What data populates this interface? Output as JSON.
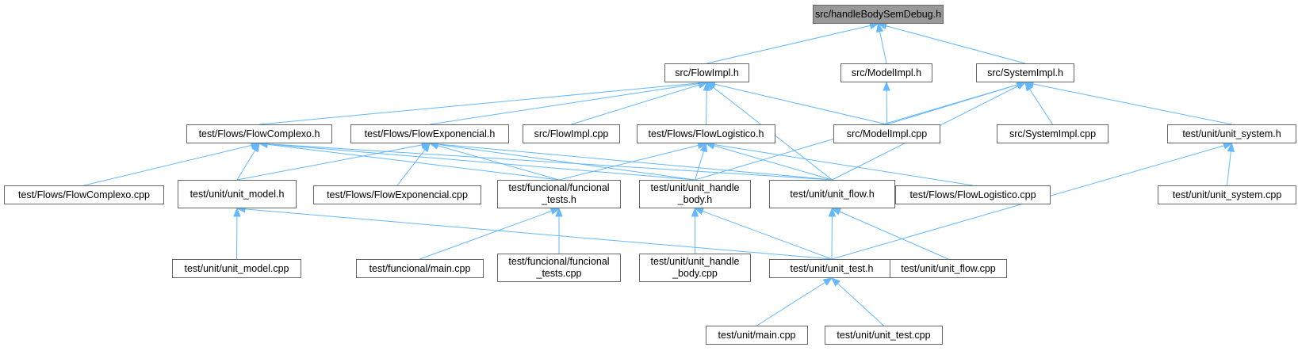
{
  "graph": {
    "edge_color": "#63b8ff",
    "root_fill": "#999999",
    "nodes": [
      {
        "id": "root",
        "label": "src/handleBodySemDebug.h",
        "root": true
      },
      {
        "id": "flowimpl_h",
        "label": "src/FlowImpl.h"
      },
      {
        "id": "modelimpl_h",
        "label": "src/ModelImpl.h"
      },
      {
        "id": "systemimpl_h",
        "label": "src/SystemImpl.h"
      },
      {
        "id": "flowcomplexo_h",
        "label": "test/Flows/FlowComplexo.h"
      },
      {
        "id": "flowexponencial_h",
        "label": "test/Flows/FlowExponencial.h"
      },
      {
        "id": "flowimpl_cpp",
        "label": "src/FlowImpl.cpp"
      },
      {
        "id": "flowlogistico_h",
        "label": "test/Flows/FlowLogistico.h"
      },
      {
        "id": "modelimpl_cpp",
        "label": "src/ModelImpl.cpp"
      },
      {
        "id": "systemimpl_cpp",
        "label": "src/SystemImpl.cpp"
      },
      {
        "id": "unit_system_h",
        "label": "test/unit/unit_system.h"
      },
      {
        "id": "flowcomplexo_cpp",
        "label": "test/Flows/FlowComplexo.cpp"
      },
      {
        "id": "unit_model_h",
        "label": "test/unit/unit_model.h"
      },
      {
        "id": "flowexponencial_cpp",
        "label": "test/Flows/FlowExponencial.cpp"
      },
      {
        "id": "funcional_tests_h",
        "label": "test/funcional/funcional\n_tests.h"
      },
      {
        "id": "unit_handle_body_h",
        "label": "test/unit/unit_handle\n_body.h"
      },
      {
        "id": "unit_flow_h",
        "label": "test/unit/unit_flow.h"
      },
      {
        "id": "flowlogistico_cpp",
        "label": "test/Flows/FlowLogistico.cpp"
      },
      {
        "id": "unit_system_cpp",
        "label": "test/unit/unit_system.cpp"
      },
      {
        "id": "unit_model_cpp",
        "label": "test/unit/unit_model.cpp"
      },
      {
        "id": "funcional_main_cpp",
        "label": "test/funcional/main.cpp"
      },
      {
        "id": "funcional_tests_cpp",
        "label": "test/funcional/funcional\n_tests.cpp"
      },
      {
        "id": "unit_handle_body_cpp",
        "label": "test/unit/unit_handle\n_body.cpp"
      },
      {
        "id": "unit_test_h",
        "label": "test/unit/unit_test.h"
      },
      {
        "id": "unit_flow_cpp",
        "label": "test/unit/unit_flow.cpp"
      },
      {
        "id": "unit_main_cpp",
        "label": "test/unit/main.cpp"
      },
      {
        "id": "unit_test_cpp",
        "label": "test/unit/unit_test.cpp"
      }
    ],
    "edges": [
      [
        "flowimpl_h",
        "root"
      ],
      [
        "modelimpl_h",
        "root"
      ],
      [
        "systemimpl_h",
        "root"
      ],
      [
        "flowcomplexo_h",
        "flowimpl_h"
      ],
      [
        "flowexponencial_h",
        "flowimpl_h"
      ],
      [
        "flowimpl_cpp",
        "flowimpl_h"
      ],
      [
        "flowlogistico_h",
        "flowimpl_h"
      ],
      [
        "modelimpl_cpp",
        "flowimpl_h"
      ],
      [
        "unit_flow_h",
        "flowimpl_h"
      ],
      [
        "modelimpl_cpp",
        "modelimpl_h"
      ],
      [
        "modelimpl_cpp",
        "systemimpl_h"
      ],
      [
        "systemimpl_cpp",
        "systemimpl_h"
      ],
      [
        "unit_system_h",
        "systemimpl_h"
      ],
      [
        "unit_handle_body_h",
        "systemimpl_h"
      ],
      [
        "unit_flow_h",
        "systemimpl_h"
      ],
      [
        "flowcomplexo_cpp",
        "flowcomplexo_h"
      ],
      [
        "unit_model_h",
        "flowcomplexo_h"
      ],
      [
        "funcional_tests_h",
        "flowcomplexo_h"
      ],
      [
        "unit_handle_body_h",
        "flowcomplexo_h"
      ],
      [
        "unit_flow_h",
        "flowcomplexo_h"
      ],
      [
        "flowexponencial_cpp",
        "flowexponencial_h"
      ],
      [
        "unit_model_h",
        "flowexponencial_h"
      ],
      [
        "funcional_tests_h",
        "flowexponencial_h"
      ],
      [
        "unit_handle_body_h",
        "flowexponencial_h"
      ],
      [
        "unit_flow_h",
        "flowexponencial_h"
      ],
      [
        "funcional_tests_h",
        "flowlogistico_h"
      ],
      [
        "unit_handle_body_h",
        "flowlogistico_h"
      ],
      [
        "unit_flow_h",
        "flowlogistico_h"
      ],
      [
        "flowlogistico_cpp",
        "flowlogistico_h"
      ],
      [
        "unit_test_h",
        "unit_system_h"
      ],
      [
        "unit_system_cpp",
        "unit_system_h"
      ],
      [
        "unit_model_cpp",
        "unit_model_h"
      ],
      [
        "unit_test_h",
        "unit_model_h"
      ],
      [
        "funcional_main_cpp",
        "funcional_tests_h"
      ],
      [
        "funcional_tests_cpp",
        "funcional_tests_h"
      ],
      [
        "unit_handle_body_cpp",
        "unit_handle_body_h"
      ],
      [
        "unit_test_h",
        "unit_handle_body_h"
      ],
      [
        "unit_test_h",
        "unit_flow_h"
      ],
      [
        "unit_flow_cpp",
        "unit_flow_h"
      ],
      [
        "unit_main_cpp",
        "unit_test_h"
      ],
      [
        "unit_test_cpp",
        "unit_test_h"
      ]
    ]
  }
}
